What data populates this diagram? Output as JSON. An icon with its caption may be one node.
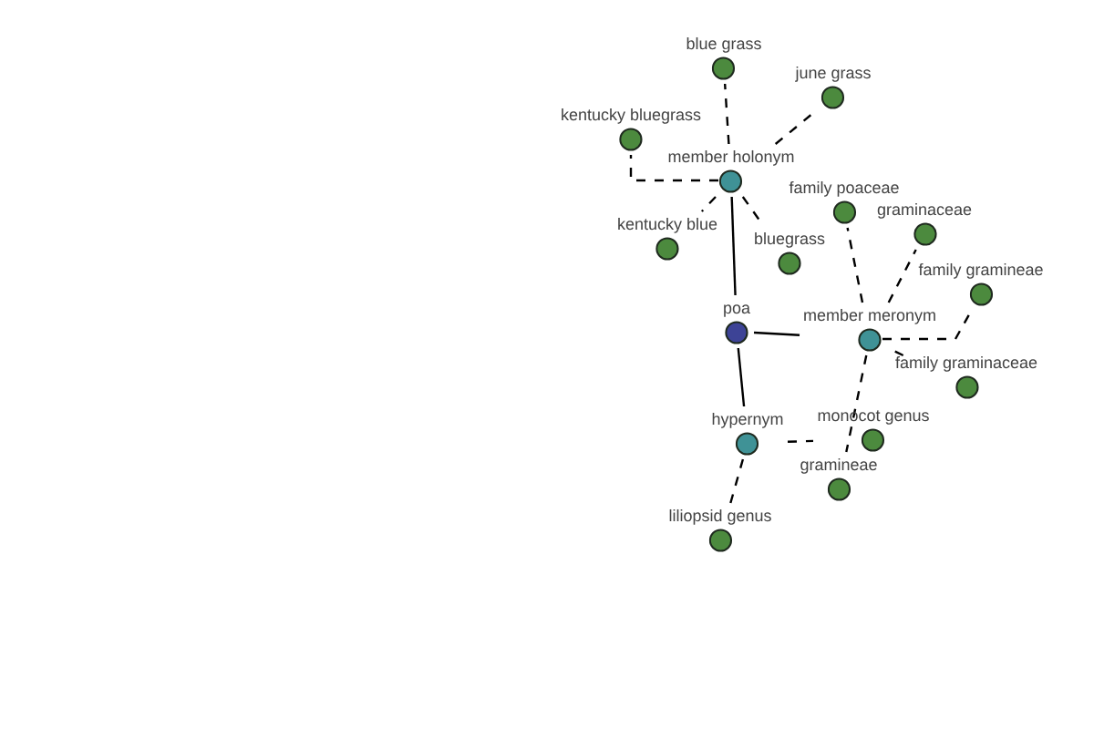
{
  "diagram": {
    "nodes": [
      {
        "text": [
          "poa"
        ]
      },
      {
        "text": [
          "member holonym"
        ]
      },
      {
        "text": [
          "member meronym"
        ]
      },
      {
        "text": [
          "hypernym"
        ]
      },
      {
        "text": [
          "blue grass"
        ]
      },
      {
        "text": [
          "june grass"
        ]
      },
      {
        "text": [
          "kentucky bluegrass"
        ]
      },
      {
        "text": [
          "kentucky blue"
        ]
      },
      {
        "text": [
          "bluegrass"
        ]
      },
      {
        "text": [
          "family poaceae"
        ]
      },
      {
        "text": [
          "graminaceae"
        ]
      },
      {
        "text": [
          "family gramineae"
        ]
      },
      {
        "text": [
          "family graminaceae"
        ]
      },
      {
        "text": [
          "monocot genus"
        ]
      },
      {
        "text": [
          "gramineae"
        ]
      },
      {
        "text": [
          "liliopsid genus"
        ]
      }
    ],
    "edges": [
      {
        "from": 0,
        "to": 1,
        "arrow": "none"
      },
      {
        "from": 0,
        "to": 2,
        "arrow": "none"
      },
      {
        "from": 0,
        "to": 3,
        "arrow": "none"
      },
      {
        "from": 1,
        "to": 4,
        "arrow": "none",
        "style": "dashed"
      },
      {
        "from": 1,
        "to": 5,
        "arrow": "none",
        "style": "dashed"
      },
      {
        "from": 1,
        "to": 6,
        "arrow": "none",
        "style": "dashed"
      },
      {
        "from": 1,
        "to": 7,
        "arrow": "none",
        "style": "dashed"
      },
      {
        "from": 1,
        "to": 8,
        "arrow": "none",
        "style": "dashed"
      },
      {
        "from": 2,
        "to": 9,
        "arrow": "none",
        "style": "dashed"
      },
      {
        "from": 2,
        "to": 10,
        "arrow": "none",
        "style": "dashed"
      },
      {
        "from": 2,
        "to": 11,
        "arrow": "none",
        "style": "dashed"
      },
      {
        "from": 2,
        "to": 12,
        "arrow": "none",
        "style": "dashed"
      },
      {
        "from": 2,
        "to": 14,
        "arrow": "none",
        "style": "dashed"
      },
      {
        "from": 3,
        "to": 13,
        "arrow": "none",
        "style": "dashed"
      },
      {
        "from": 3,
        "to": 15,
        "arrow": "none",
        "style": "dashed"
      }
    ]
  }
}
